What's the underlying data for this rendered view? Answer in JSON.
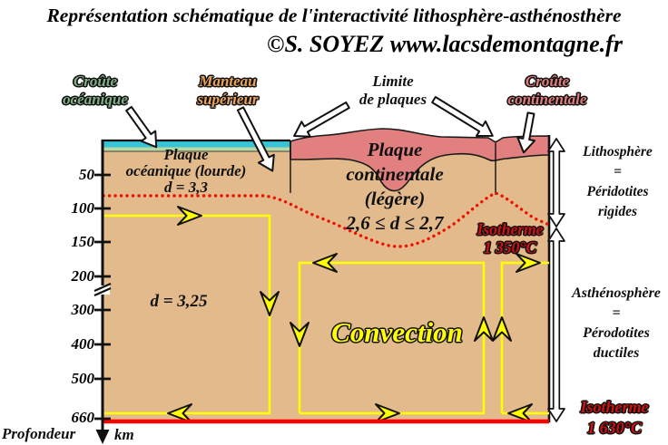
{
  "title": {
    "heading": "Représentation schématique de l'interactivité lithosphère-asthénosthère",
    "credit": "©S. SOYEZ www.lacsdemontagne.fr"
  },
  "callouts": {
    "croute_oceanique": "Croûte\nocéanique",
    "manteau_superieur": "Manteau\nsupérieur",
    "limite_plaques": "Limite\nde plaques",
    "croute_continentale": "Croûte\ncontinentale"
  },
  "diagram": {
    "plaque_oceanique": "Plaque\nocéanique (lourde)\nd = 3,3",
    "plaque_continentale": "Plaque\ncontinentale\n(légère)\n2,6 ≤ d ≤ 2,7",
    "densite_manteau": "d = 3,25",
    "convection": "Convection",
    "isotherme_1350": "Isotherme\n1 350°C",
    "isotherme_1630": "Isotherme\n1 630°C"
  },
  "right_panel": {
    "lithosphere": "Lithosphère\n=\nPéridotites\nrigides",
    "asthenosphere": "Asthénosphère\n=\nPérodotites\nductiles"
  },
  "axis": {
    "label": "Profondeur",
    "unit": "km",
    "ticks": [
      {
        "label": "50"
      },
      {
        "label": "100"
      },
      {
        "label": "150"
      },
      {
        "label": "200"
      },
      {
        "label": "300"
      },
      {
        "label": "400"
      },
      {
        "label": "500"
      },
      {
        "label": "660"
      }
    ]
  },
  "palette": {
    "mantle_tan": "#e2ba8c",
    "crust_pink": "#e28080",
    "oceanic_crust_cyan": "#38c4d8",
    "oceanic_crust_green": "#b7d8a1",
    "convection_yellow": "#ffff00",
    "isotherm_red": "#ee1100",
    "label_green": "#7fae84",
    "label_orange": "#e8a35b",
    "label_pink": "#df7d7d",
    "label_red": "#cf1010"
  }
}
